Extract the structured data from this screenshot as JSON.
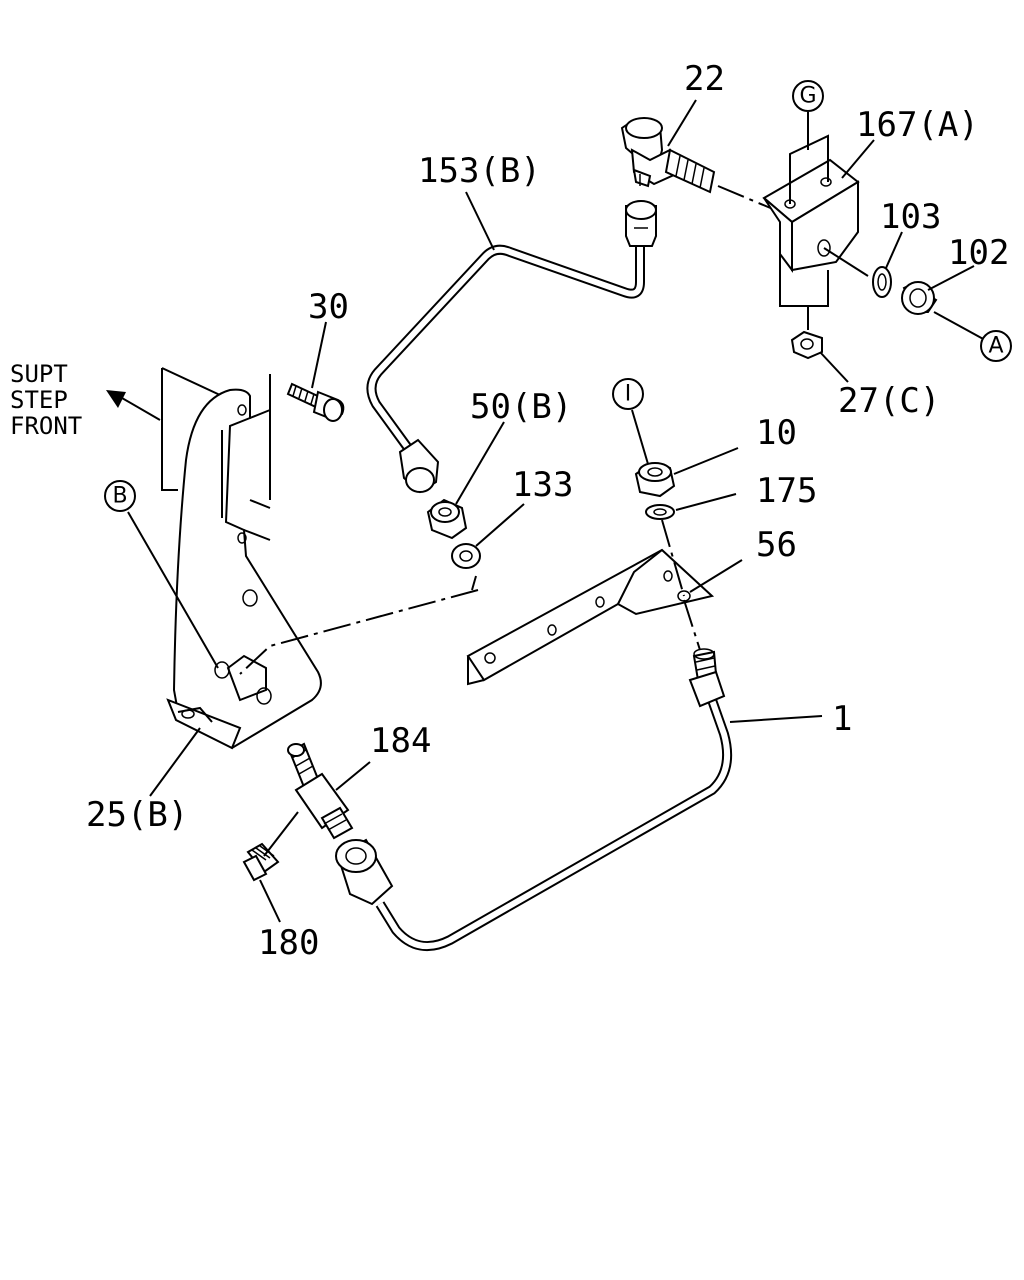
{
  "diagram": {
    "part_labels": {
      "p22": "22",
      "p167A": "167(A)",
      "p153B": "153(B)",
      "p103": "103",
      "p102": "102",
      "p30": "30",
      "p27C": "27(C)",
      "p50B": "50(B)",
      "p10": "10",
      "p133": "133",
      "p175": "175",
      "p56": "56",
      "p1": "1",
      "p184": "184",
      "p25B": "25(B)",
      "p180": "180"
    },
    "reference_marks": {
      "G": "G",
      "A": "A",
      "B": "B",
      "I": "I"
    },
    "direction_note": {
      "line1": "SUPT",
      "line2": "STEP",
      "line3": "FRONT"
    }
  }
}
